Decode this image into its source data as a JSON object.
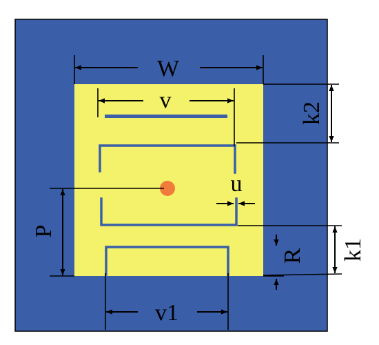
{
  "diagram": {
    "labels": {
      "W": "W",
      "v": "v",
      "k2": "k2",
      "u": "u",
      "P": "P",
      "R": "R",
      "k1": "k1",
      "v1": "v1"
    },
    "colors": {
      "ground": "#3a5fa8",
      "patch": "#f3f26a",
      "slot": "#3a5fa8",
      "feed": "#f07b3a",
      "line": "#000000"
    }
  }
}
